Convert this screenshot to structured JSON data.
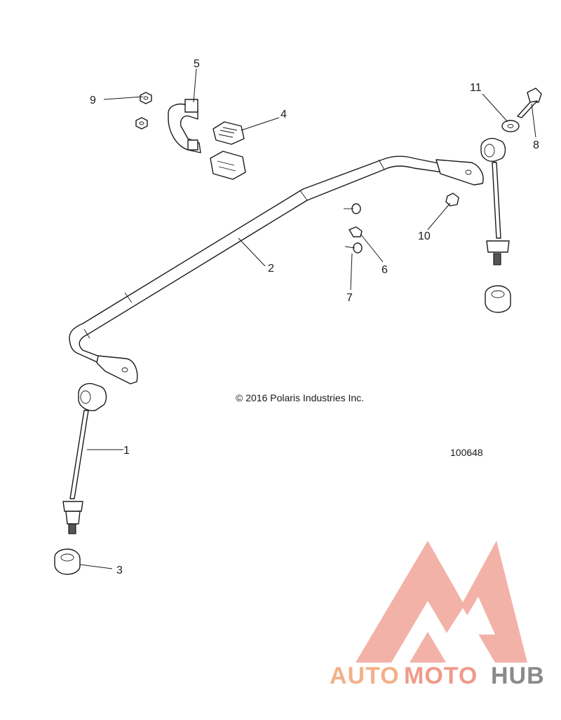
{
  "copyright": "© 2016 Polaris Industries Inc.",
  "diagram_number": "100648",
  "callouts": {
    "c1": "1",
    "c2": "2",
    "c3": "3",
    "c4": "4",
    "c5": "5",
    "c6": "6",
    "c7": "7",
    "c8": "8",
    "c9": "9",
    "c10": "10",
    "c11": "11"
  },
  "watermark": {
    "part1": "AUTO",
    "part2": "MOTO",
    "part3": "HUB",
    "colors": {
      "auto": "#f3b08a",
      "moto": "#f09a8a",
      "hub": "#8a8a8a",
      "logo": "#f2a59a"
    }
  }
}
